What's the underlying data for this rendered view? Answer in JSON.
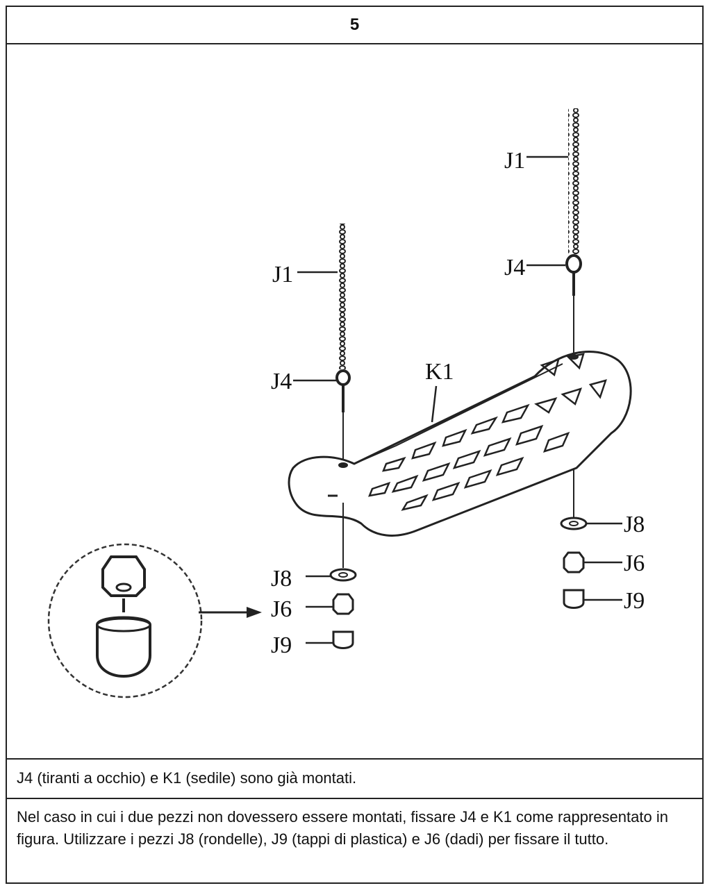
{
  "step": {
    "number": "5"
  },
  "figure": {
    "labels": {
      "j1_left": "J1",
      "j4_left": "J4",
      "k1": "K1",
      "j1_right": "J1",
      "j4_right": "J4",
      "j8_left": "J8",
      "j6_left": "J6",
      "j9_left": "J9",
      "j8_right": "J8",
      "j6_right": "J6",
      "j9_right": "J9"
    }
  },
  "note": "J4 (tiranti a occhio) e K1 (sedile) sono già montati.",
  "description": "Nel caso in cui i due pezzi non dovessero essere montati, fissare J4 e K1 come rappresentato in figura. Utilizzare i pezzi J8 (rondelle), J9 (tappi di plastica) e J6 (dadi) per fissare il tutto."
}
